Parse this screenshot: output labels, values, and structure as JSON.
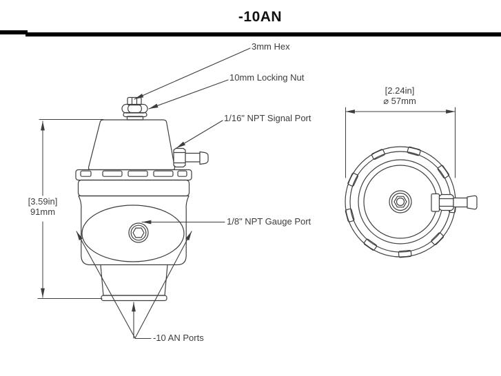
{
  "title": "-10AN",
  "diagram": {
    "callouts": {
      "hex": "3mm Hex",
      "locking_nut": "10mm Locking Nut",
      "signal_port": "1/16\" NPT Signal Port",
      "gauge_port": "1/8\" NPT Gauge Port",
      "an_ports": "-10 AN Ports"
    },
    "dimensions": {
      "height_in": "[3.59in]",
      "height_mm": "91mm",
      "diameter_in": "[2.24in]",
      "diameter_mm": "⌀ 57mm"
    },
    "colors": {
      "line": "#3d3d3d",
      "text": "#3c3c3c",
      "rule": "#000000"
    }
  }
}
